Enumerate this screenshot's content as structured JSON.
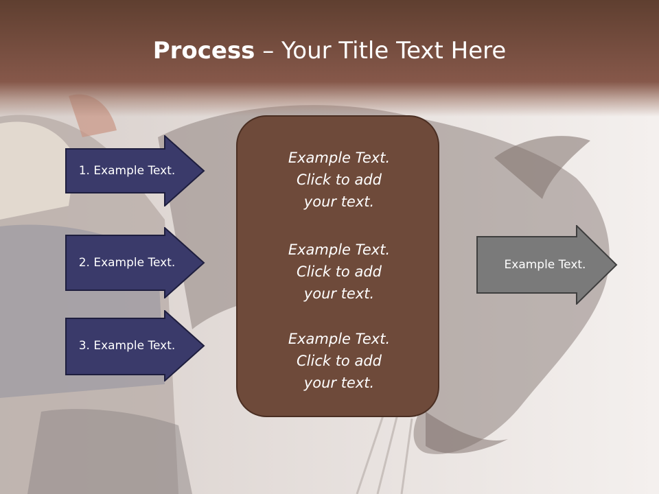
{
  "title": {
    "bold": "Process",
    "rest": " – Your Title Text Here"
  },
  "left_arrows": [
    {
      "label": "1. Example Text."
    },
    {
      "label": "2. Example Text."
    },
    {
      "label": "3. Example Text."
    }
  ],
  "center_box": {
    "paragraphs": [
      "Example Text.\nClick  to add\nyour text.",
      "Example Text.\nClick  to add\nyour text.",
      "Example Text.\nClick  to add\nyour text."
    ]
  },
  "right_arrow": {
    "label": "Example Text."
  },
  "colors": {
    "title_band": "#86584a",
    "left_arrow_fill": "#3a3a6a",
    "center_box_fill": "#6e4a3a",
    "right_arrow_fill": "#7a7a7a"
  }
}
